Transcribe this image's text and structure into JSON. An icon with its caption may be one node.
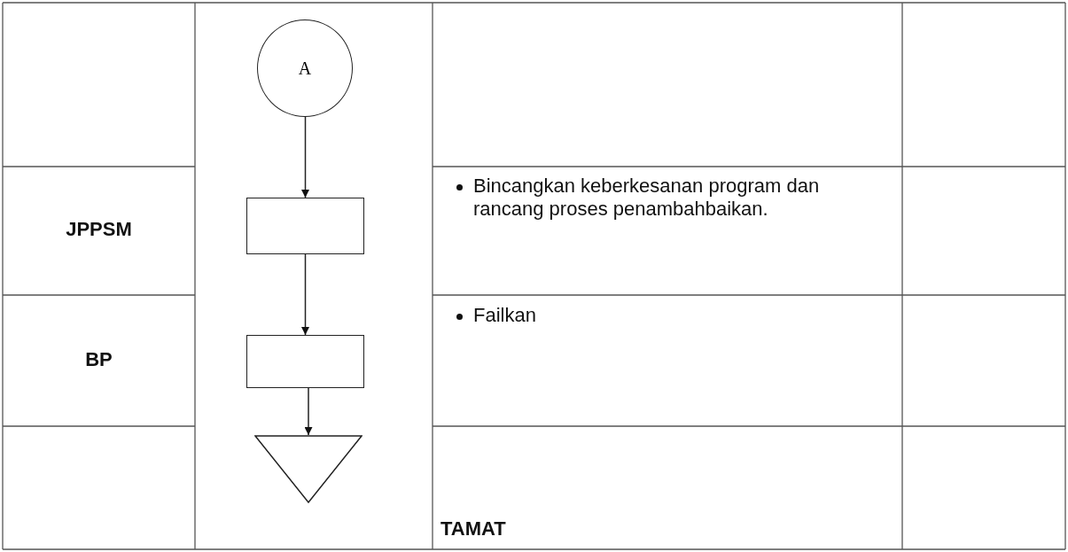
{
  "diagram": {
    "nodes": [
      {
        "text": [
          "A"
        ]
      },
      {
        "text": [],
        "shape": "box"
      },
      {
        "text": [],
        "shape": "box"
      },
      {
        "text": [],
        "shape": "triangle"
      }
    ],
    "edges": [
      {
        "from": 0,
        "to": 1,
        "arrow": "to"
      },
      {
        "from": 1,
        "to": 2,
        "arrow": "to"
      },
      {
        "from": 2,
        "to": 3,
        "arrow": "to"
      }
    ],
    "labels": [
      "JPPSM",
      "Bincangkan keberkesanan program dan rancang proses penambahbaikan.",
      "BP",
      "Failkan",
      "TAMAT"
    ]
  }
}
